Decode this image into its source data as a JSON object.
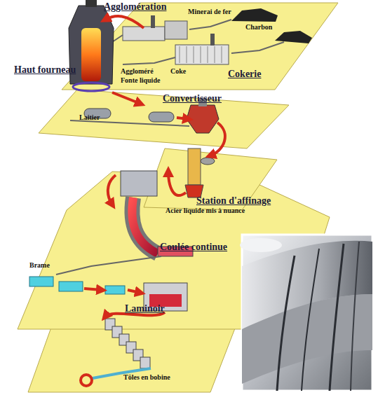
{
  "diagram": {
    "labels": [
      "Agglomération",
      "Minerai de fer",
      "Charbon",
      "Haut fourneau",
      "Aggloméré",
      "Coke",
      "Cokerie",
      "Fonte liquide",
      "Laitier",
      "Convertisseur",
      "Station d'affinage",
      "Acier liquide mis à nuance",
      "Coulée continue",
      "Brame",
      "Laminoir",
      "Tôles en bobine"
    ]
  }
}
